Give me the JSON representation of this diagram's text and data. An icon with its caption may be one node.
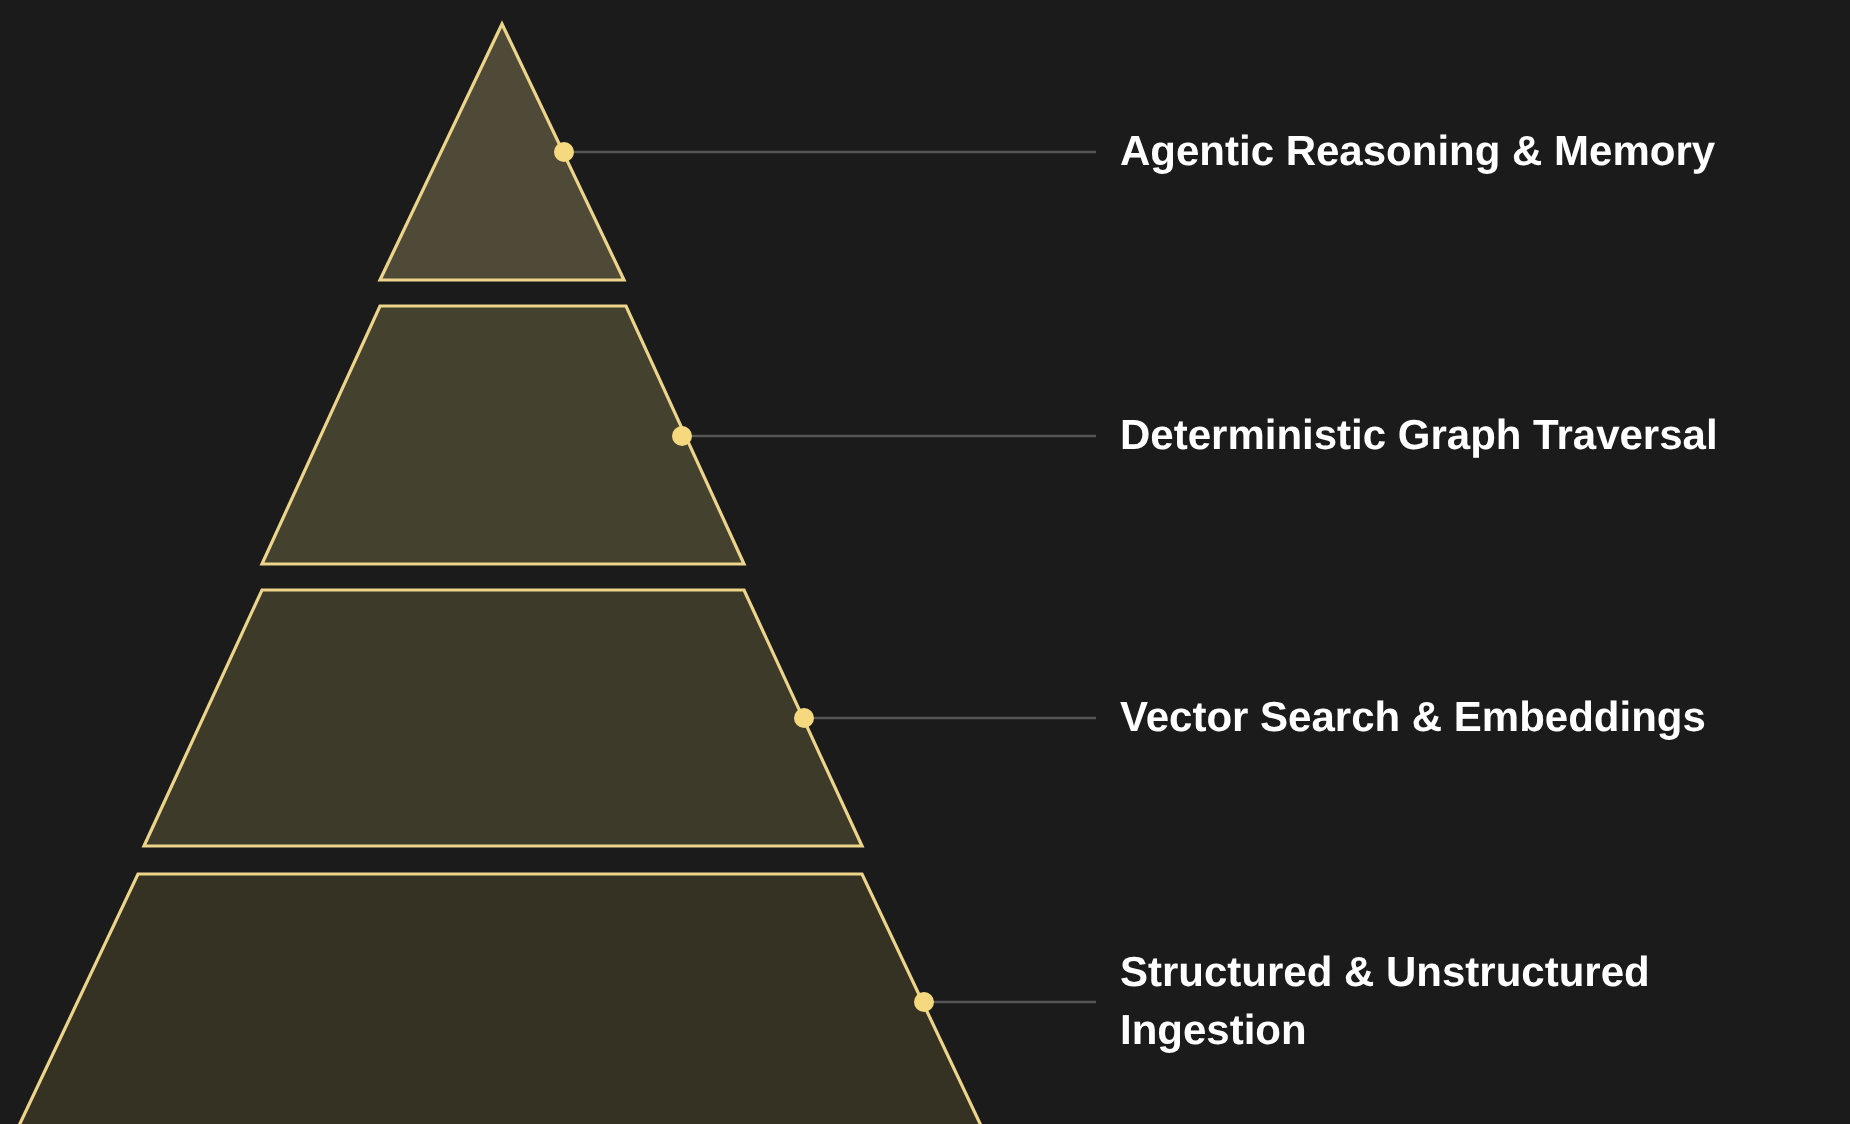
{
  "diagram": {
    "nodes": [
      {
        "text": [],
        "shape": "triangle"
      },
      {
        "text": [],
        "shape": "trapezoid"
      },
      {
        "text": [],
        "shape": "trapezoid"
      },
      {
        "text": [],
        "shape": "trapezoid"
      },
      {
        "text": [
          "Agentic Reasoning & Memory"
        ]
      },
      {
        "text": [
          "Deterministic Graph Traversal"
        ]
      },
      {
        "text": [
          "Vector Search & Embeddings"
        ]
      },
      {
        "text": [
          "Structured & Unstructured Ingestion"
        ]
      }
    ],
    "edges": [
      {
        "from": 4,
        "to": 0,
        "arrow": "other"
      },
      {
        "from": 5,
        "to": 1,
        "arrow": "other"
      },
      {
        "from": 6,
        "to": 2,
        "arrow": "other"
      },
      {
        "from": 7,
        "to": 3,
        "arrow": "other"
      }
    ]
  }
}
